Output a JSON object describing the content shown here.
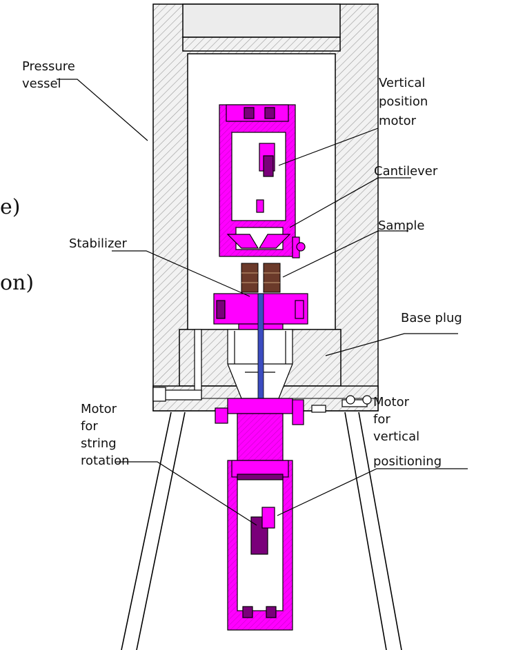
{
  "labels": {
    "pressure_vessel": [
      "Pressure",
      "vessel"
    ],
    "vertical_position_motor": [
      "Vertical",
      "position",
      "motor"
    ],
    "cantilever": "Cantilever",
    "sample": "Sample",
    "stabilizer": "Stabilizer",
    "base_plug": "Base plug",
    "motor_string_rotation": [
      "Motor",
      "for",
      "string",
      "rotation"
    ],
    "motor_vertical_positioning": [
      "Motor",
      "for",
      "vertical",
      "positioning"
    ]
  },
  "clipped_text": [
    "e)",
    "on)"
  ],
  "colors": {
    "magenta": "#ff00ff",
    "purple": "#7a007a",
    "hatch": "#999999",
    "wall": "#e6e6e6",
    "steel_blue": "#3b4cc0",
    "outline": "#000000"
  }
}
